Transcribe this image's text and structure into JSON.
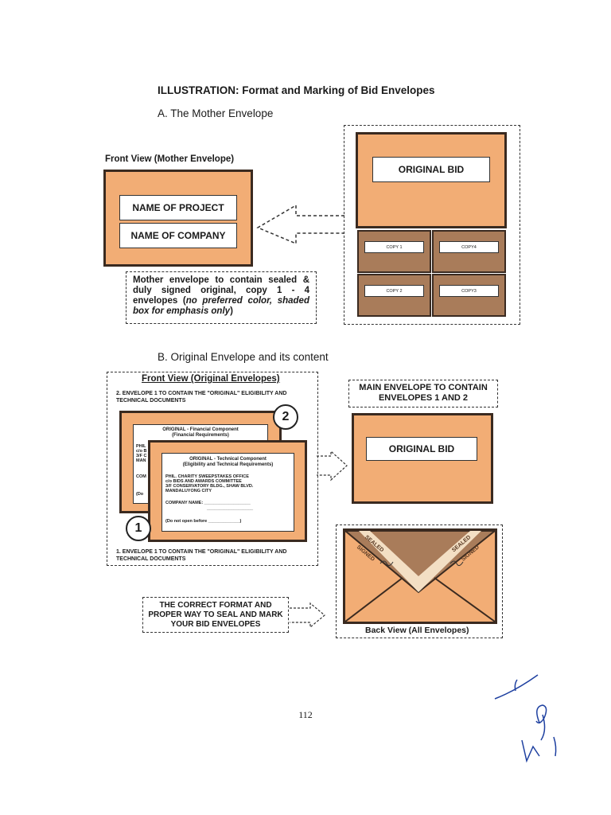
{
  "title": "ILLUSTRATION: Format and Marking of Bid Envelopes",
  "section_a": {
    "heading": "A.  The Mother Envelope",
    "front_view_label": "Front View (Mother Envelope)",
    "name_of_project": "NAME OF PROJECT",
    "name_of_company": "NAME OF COMPANY",
    "note_main": "Mother envelope to contain sealed & duly signed original, copy 1 - 4 envelopes (",
    "note_italic": "no preferred color, shaded box for emphasis only",
    "note_end": ")",
    "original_bid": "ORIGINAL BID",
    "copies": [
      "COPY 1",
      "COPY4",
      "COPY 2",
      "COPY3"
    ]
  },
  "section_b": {
    "heading": "B.  Original Envelope and its content",
    "front_view_label": "Front View (Original Envelopes)",
    "top_note": "2.  ENVELOPE 1 TO CONTAIN THE \"ORIGINAL\" ELIGIBILITY AND TECHNICAL DOCUMENTS",
    "bottom_note": "1.  ENVELOPE 1 TO CONTAIN THE \"ORIGINAL\" ELIGIBILITY AND TECHNICAL DOCUMENTS",
    "env2_line1": "ORIGINAL - Financial Component",
    "env2_line2": "(Financial Requirements)",
    "env2_frag": [
      "PHIL",
      "c/o B",
      "3/F C",
      "MAN",
      "COM",
      "(Do"
    ],
    "env1_line1": "ORIGINAL - Technical Component",
    "env1_line2": "(Eligibility and Technical Requirements)",
    "env1_addr": [
      "PHIL. CHARITY SWEEPSTAKES OFFICE",
      "c/o BIDS AND AWARDS COMMITTEE",
      "3/F CONSERVATORY BLDG., SHAW BLVD.",
      "MANDALUYONG CITY"
    ],
    "company_name": "COMPANY NAME: ___________________",
    "company_blank": "___________________",
    "do_not_open": "(Do not open before _____________)",
    "circle_2": "2",
    "circle_1": "1",
    "main_envelope_note": "MAIN ENVELOPE TO CONTAIN ENVELOPES 1 AND 2",
    "original_bid": "ORIGINAL BID",
    "correct_format_note": "THE CORRECT FORMAT AND PROPER WAY TO SEAL AND MARK YOUR BID ENVELOPES",
    "back_view_label": "Back View (All Envelopes)",
    "seal_text": [
      "SEALED",
      "SIGNED"
    ]
  },
  "page_number": "112"
}
